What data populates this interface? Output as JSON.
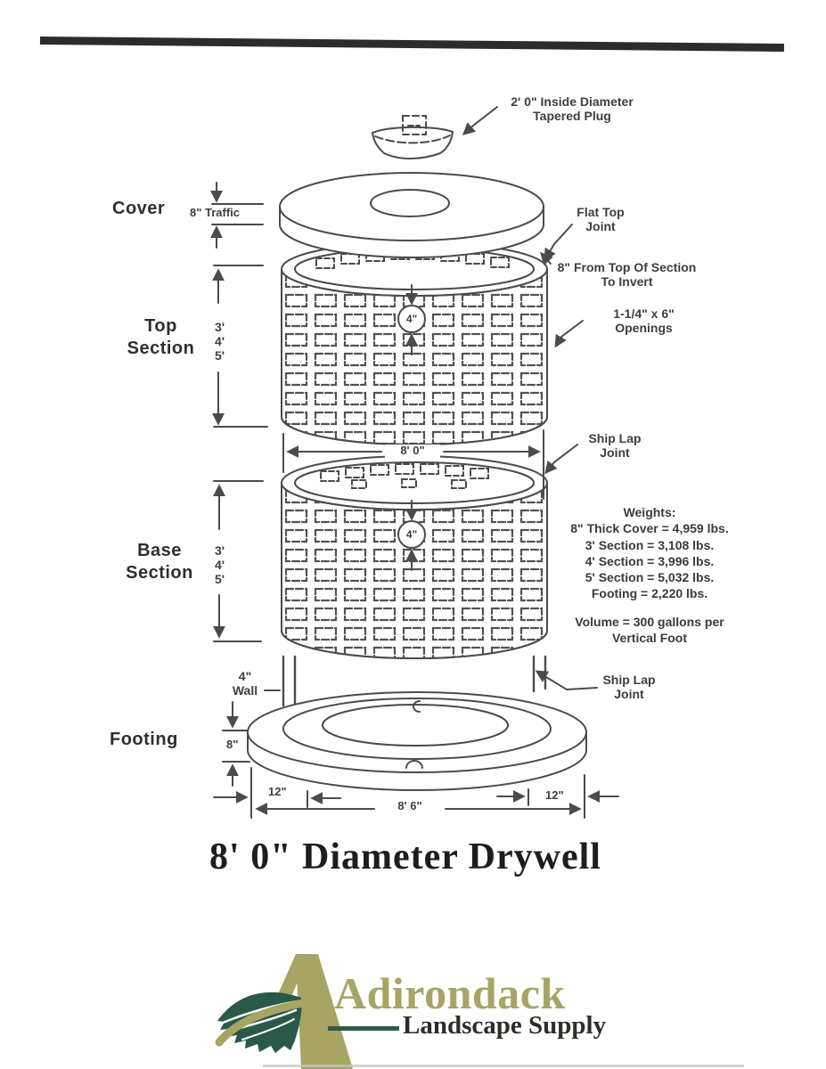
{
  "page": {
    "title": "8' 0\" Diameter Drywell"
  },
  "annotations": {
    "plug": {
      "line1": "2' 0\" Inside Diameter",
      "line2": "Tapered Plug"
    },
    "cover_label": "Cover",
    "cover_dim": "8\" Traffic",
    "flat_top_joint": {
      "line1": "Flat Top",
      "line2": "Joint"
    },
    "invert": {
      "line1": "8\" From Top Of Section",
      "line2": "To Invert"
    },
    "top_section": {
      "line1": "Top",
      "line2": "Section"
    },
    "top_heights": [
      "3'",
      "4'",
      "5'"
    ],
    "openings": {
      "line1": "1-1/4\" x 6\"",
      "line2": "Openings"
    },
    "inner_diameter": "8' 0\"",
    "wall_thickness_top": "4\"",
    "wall_thickness_base": "4\"",
    "ship_lap_upper": {
      "line1": "Ship Lap",
      "line2": "Joint"
    },
    "base_section": {
      "line1": "Base",
      "line2": "Section"
    },
    "base_heights": [
      "3'",
      "4'",
      "5'"
    ],
    "wall": {
      "line1": "4\"",
      "line2": "Wall"
    },
    "ship_lap_lower": {
      "line1": "Ship Lap",
      "line2": "Joint"
    },
    "footing_label": "Footing",
    "footing_thickness": "8\"",
    "ledge_left": "12\"",
    "ledge_right": "12\"",
    "footing_diameter": "8' 6\""
  },
  "weights": {
    "heading": "Weights:",
    "items": [
      "8\" Thick Cover = 4,959 lbs.",
      "3' Section = 3,108 lbs.",
      "4' Section = 3,996 lbs.",
      "5' Section = 5,032 lbs.",
      "Footing = 2,220 lbs."
    ],
    "volume_line1": "Volume = 300 gallons per",
    "volume_line2": "Vertical Foot"
  },
  "logo": {
    "name": "Adirondack",
    "tagline": "Landscape Supply",
    "colors": {
      "olive": "#a8a464",
      "leaf_green": "#2a5949",
      "text_dark": "#2c2e27"
    }
  }
}
